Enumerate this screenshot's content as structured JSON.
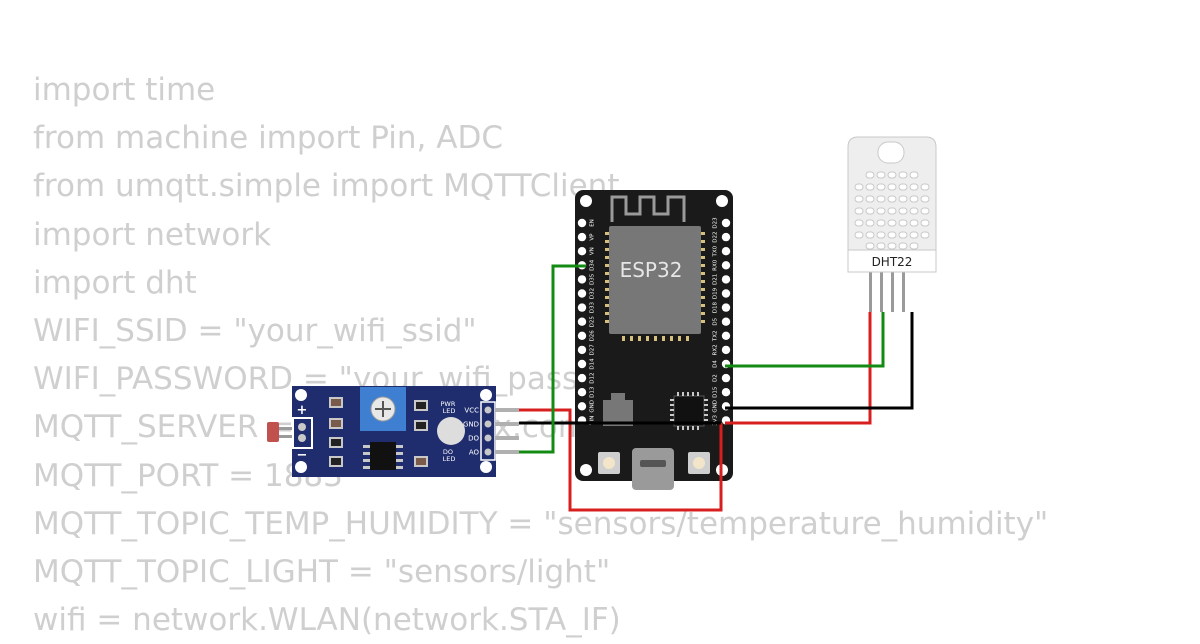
{
  "code_lines": [
    "import time",
    "from machine import Pin, ADC",
    "from umqtt.simple import MQTTClient",
    "import network",
    "import dht",
    "WIFI_SSID = \"your_wifi_ssid\"",
    "WIFI_PASSWORD = \"your_wifi_password\"",
    "MQTT_SERVER = \"broker.emqx.com\"",
    "MQTT_PORT = 1883",
    "MQTT_TOPIC_TEMP_HUMIDITY = \"sensors/temperature_humidity\"",
    "MQTT_TOPIC_LIGHT = \"sensors/light\"",
    "wifi = network.WLAN(network.STA_IF)"
  ],
  "esp32": {
    "chip_label": "ESP32",
    "left_pins": [
      "EN",
      "VP",
      "VN",
      "D34",
      "D35",
      "D32",
      "D33",
      "D25",
      "D26",
      "D27",
      "D14",
      "D12",
      "D13",
      "GND",
      "VIN"
    ],
    "right_pins": [
      "D23",
      "D22",
      "TX0",
      "RX0",
      "D21",
      "D19",
      "D18",
      "D5",
      "TX2",
      "RX2",
      "D4",
      "D2",
      "D15",
      "GND",
      "3V3"
    ]
  },
  "dht22": {
    "label": "DHT22"
  },
  "ldr_module": {
    "plus_label": "+",
    "minus_label": "−",
    "pwr_led_label": [
      "PWR",
      "LED"
    ],
    "do_led_label": [
      "DO",
      "LED"
    ],
    "pins": [
      "VCC",
      "GND",
      "DO",
      "AO"
    ]
  },
  "colors": {
    "code_text": "#cfcfcf",
    "esp32_board": "#1a1a1a",
    "esp32_chip": "#777777",
    "ldr_board": "#1f2d6e",
    "potentiometer": "#3f7fd2",
    "dht22_body": "#eeeeee",
    "wire_red": "#d81f1f",
    "wire_black": "#000000",
    "wire_green": "#138a13"
  }
}
